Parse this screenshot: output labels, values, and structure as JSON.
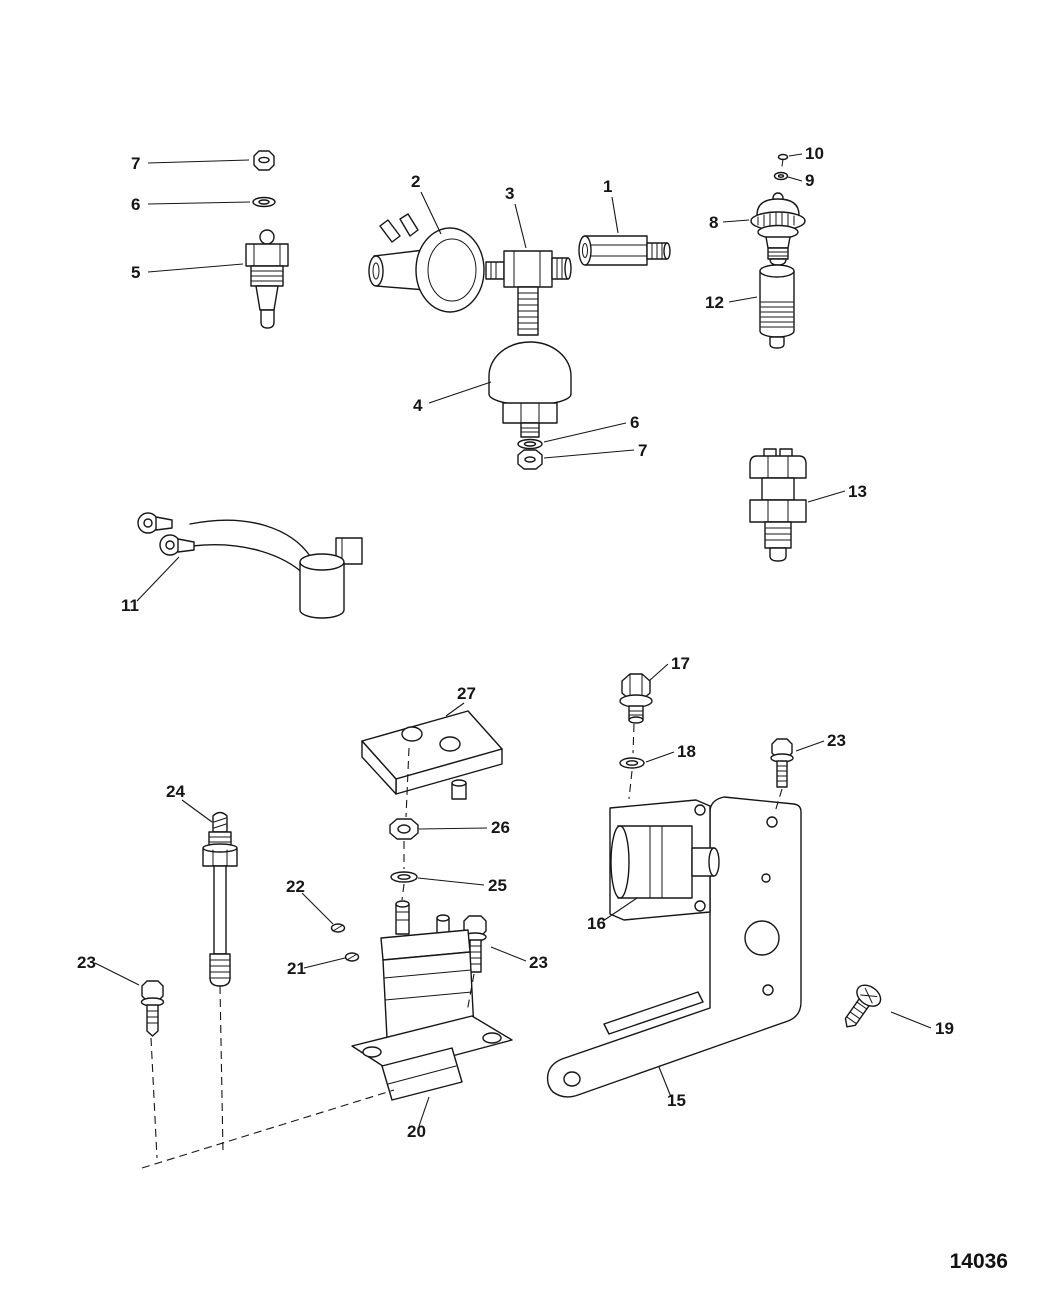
{
  "figure": {
    "number": "14036"
  },
  "style": {
    "ink": "#161616",
    "background": "#ffffff"
  },
  "callouts": [
    {
      "label": "7"
    },
    {
      "label": "6"
    },
    {
      "label": "5"
    },
    {
      "label": "2"
    },
    {
      "label": "3"
    },
    {
      "label": "1"
    },
    {
      "label": "10"
    },
    {
      "label": "9"
    },
    {
      "label": "8"
    },
    {
      "label": "12"
    },
    {
      "label": "4"
    },
    {
      "label": "6"
    },
    {
      "label": "7"
    },
    {
      "label": "13"
    },
    {
      "label": "11"
    },
    {
      "label": "17"
    },
    {
      "label": "27"
    },
    {
      "label": "18"
    },
    {
      "label": "23"
    },
    {
      "label": "26"
    },
    {
      "label": "24"
    },
    {
      "label": "25"
    },
    {
      "label": "22"
    },
    {
      "label": "16"
    },
    {
      "label": "21"
    },
    {
      "label": "23"
    },
    {
      "label": "23"
    },
    {
      "label": "19"
    },
    {
      "label": "20"
    },
    {
      "label": "15"
    }
  ]
}
